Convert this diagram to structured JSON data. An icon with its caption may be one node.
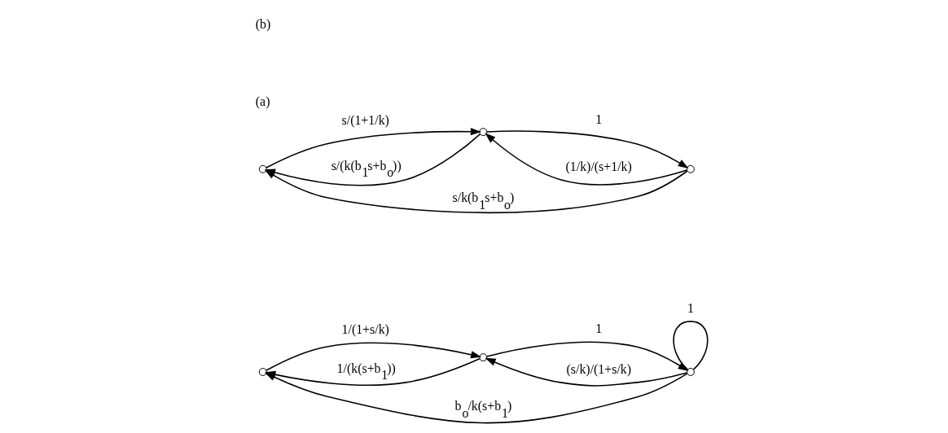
{
  "diagram": {
    "nodes": [
      {
        "text": [],
        "shape": "circle"
      },
      {
        "text": [],
        "shape": "circle"
      },
      {
        "text": [],
        "shape": "circle"
      },
      {
        "text": [],
        "shape": "circle"
      },
      {
        "text": [],
        "shape": "circle"
      },
      {
        "text": [],
        "shape": "circle"
      }
    ],
    "edges": [
      {
        "from": 0,
        "to": 1,
        "arrow": "to",
        "label": "1/(1+s/k)"
      },
      {
        "from": 1,
        "to": 2,
        "arrow": "to",
        "label": "1"
      },
      {
        "from": 2,
        "to": 0,
        "arrow": "to",
        "label": "b$_{o}$/k(s+b$_{1}$)"
      },
      {
        "from": 1,
        "to": 0,
        "arrow": "to",
        "label": "1/(k(s+b$_{1}$))"
      },
      {
        "from": 2,
        "to": 1,
        "arrow": "to",
        "label": "(s/k)/(1+s/k)"
      },
      {
        "from": 2,
        "to": 2,
        "arrow": "none",
        "label": "1"
      },
      {
        "from": 3,
        "to": 4,
        "arrow": "to",
        "label": "s/(1+1/k)"
      },
      {
        "from": 4,
        "to": 5,
        "arrow": "to",
        "label": "1"
      },
      {
        "from": 5,
        "to": 3,
        "arrow": "to",
        "label": "s/k(b$_{1}$s+b$_{o}$)"
      },
      {
        "from": 4,
        "to": 3,
        "arrow": "to",
        "label": "s/(k(b$_{1}$s+b$_{o}$))"
      },
      {
        "from": 5,
        "to": 4,
        "arrow": "to",
        "label": "(1/k)/(s+1/k)"
      }
    ],
    "labels": [
      "(a)",
      "(b)"
    ]
  }
}
